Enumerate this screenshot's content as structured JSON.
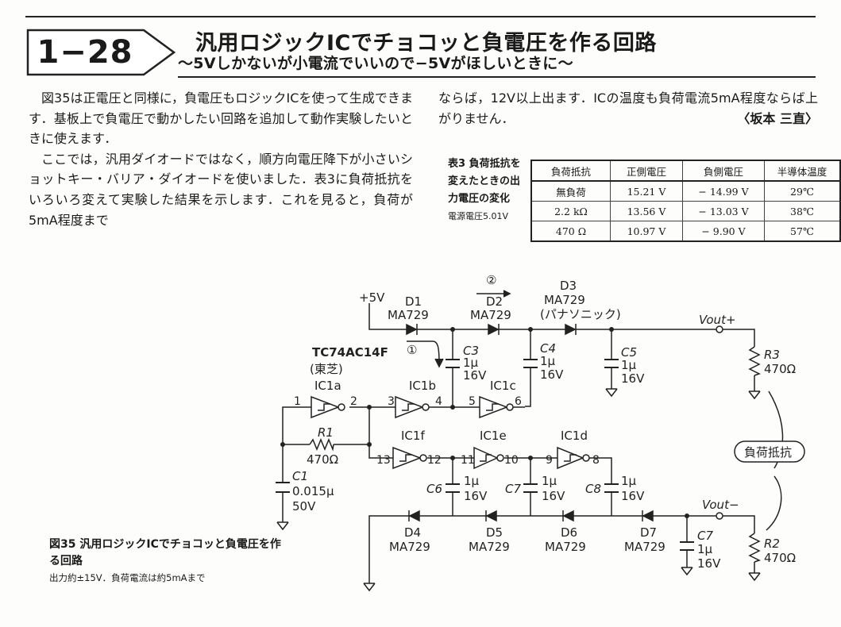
{
  "header": {
    "number": "1−28",
    "title": "汎用ロジックICでチョコッと負電圧を作る回路",
    "subtitle": "〜5Vしかないが小電流でいいので−5Vがほしいときに〜"
  },
  "body": {
    "col1": [
      "図35は正電圧と同様に，負電圧もロジックICを使って生成できます．基板上で負電圧で動かしたい回路を追加して動作実験したいときに使えます．",
      "ここでは，汎用ダイオードではなく，順方向電圧降下が小さいショットキー・バリア・ダイオードを使いました．表3に負荷抵抗をいろいろ変えて実験した結果を示します．これを見ると，負荷が5mA程度まで"
    ],
    "col2": "ならば，12V以上出ます．ICの温度も負荷電流5mA程度ならば上がりません．",
    "author": "〈坂本 三直〉"
  },
  "table": {
    "caption": "表3 負荷抵抗を変えたときの出力電圧の変化",
    "note": "電源電圧5.01V",
    "headers": [
      "負荷抵抗",
      "正側電圧",
      "負側電圧",
      "半導体温度"
    ],
    "rows": [
      [
        "無負荷",
        "15.21 V",
        "− 14.99 V",
        "29℃"
      ],
      [
        "2.2 kΩ",
        "13.56 V",
        "− 13.03 V",
        "38℃"
      ],
      [
        "470 Ω",
        "10.97 V",
        "− 9.90 V",
        "57℃"
      ]
    ]
  },
  "figure": {
    "caption_title": "図35 汎用ロジックICでチョコッと負電圧を作る回路",
    "caption_note": "出力約±15V．負荷電流は約5mAまで",
    "supply": "+5V",
    "ic_name": "TC74AC14F",
    "ic_maker": "(東芝)",
    "diode_part": "MA729",
    "maker_note": "(パナソニック)",
    "load_label": "負荷抵抗",
    "arrow1": "①",
    "arrow2": "②",
    "components": {
      "D1": "D1",
      "D2": "D2",
      "D3": "D3",
      "D4": "D4",
      "D5": "D5",
      "D6": "D6",
      "D7": "D7",
      "IC1a": "IC1a",
      "IC1b": "IC1b",
      "IC1c": "IC1c",
      "IC1d": "IC1d",
      "IC1e": "IC1e",
      "IC1f": "IC1f",
      "C1": "C1",
      "C1_val": "0.015μ",
      "C1_v": "50V",
      "R1": "R1",
      "R1_val": "470Ω",
      "R2": "R2",
      "R2_val": "470Ω",
      "R3": "R3",
      "R3_val": "470Ω",
      "C_val": "1μ",
      "C_v": "16V",
      "C3": "C3",
      "C4": "C4",
      "C5": "C5",
      "C6": "C6",
      "C7": "C7",
      "C8": "C8",
      "C7b": "C7",
      "vout_p": "Vout+",
      "vout_n": "Vout−"
    }
  }
}
